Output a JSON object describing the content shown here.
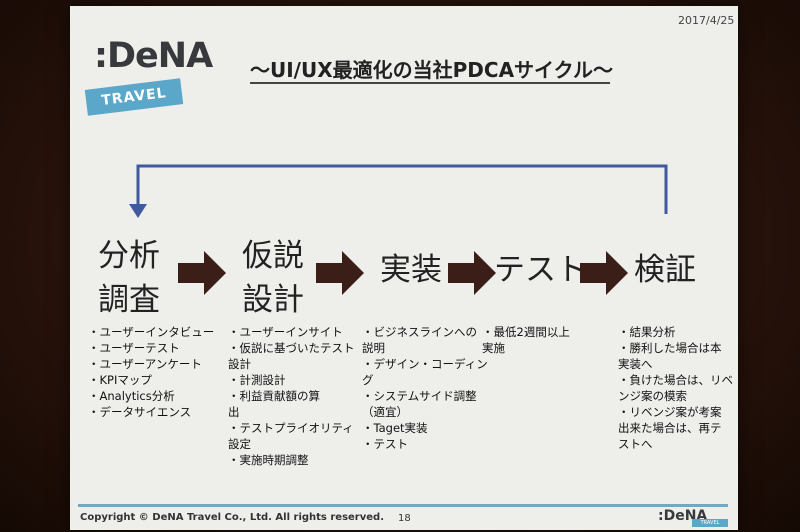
{
  "slide": {
    "date": "2017/4/25",
    "logo": {
      "name": ":DeNA",
      "badge": "TRAVEL"
    },
    "title": "～UI/UX最適化の当社PDCAサイクル～",
    "steps": [
      {
        "line1": "分析",
        "line2": "調査"
      },
      {
        "line1": "仮説",
        "line2": "設計"
      },
      {
        "line1": "実装",
        "line2": ""
      },
      {
        "line1": "テスト",
        "line2": ""
      },
      {
        "line1": "検証",
        "line2": ""
      }
    ],
    "notes": [
      [
        "・ユーザーインタビュー",
        "・ユーザーテスト",
        "・ユーザーアンケート",
        "・KPIマップ",
        "・Analytics分析",
        "・データサイエンス"
      ],
      [
        "・ユーザーインサイト",
        "・仮説に基づいたテスト",
        "設計",
        "・計測設計",
        "・利益貢献額の算",
        "出",
        "・テストプライオリティ",
        "設定",
        "・実施時期調整"
      ],
      [
        "・ビジネスラインへの",
        "説明",
        "・デザイン・コーディン",
        "グ",
        "・システムサイド調整",
        "（適宜）",
        "・Taget実装",
        "・テスト"
      ],
      [
        "・最低2週間以上",
        "実施"
      ],
      [
        "・結果分析",
        "・勝利した場合は本",
        "実装へ",
        "・負けた場合は、リベ",
        "ンジ案の模索",
        "・リベンジ案が考案",
        "出来た場合は、再テ",
        "ストへ"
      ]
    ],
    "footer": {
      "copyright": "Copyright © DeNA Travel Co., Ltd. All rights reserved.",
      "page": "18",
      "logo": ":DeNA",
      "badge": "TRAVEL"
    }
  },
  "colors": {
    "accent_blue": "#5aa7c9",
    "loop_line": "#3f5a9e",
    "arrow": "#3b1e17"
  }
}
